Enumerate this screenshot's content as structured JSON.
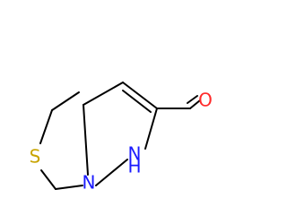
{
  "molecule": {
    "atoms": {
      "sulfur": {
        "symbol": "S",
        "color": "#c8a400"
      },
      "nitrogen_n1": {
        "symbol": "N",
        "color": "#1a1aff"
      },
      "nitrogen_nh": {
        "symbol": "N",
        "color": "#1a1aff"
      },
      "hydrogen_nh": {
        "symbol": "H",
        "color": "#1a1aff"
      },
      "oxygen": {
        "symbol": "O",
        "color": "#ff2a2a"
      }
    },
    "bond_color": "#000000"
  }
}
